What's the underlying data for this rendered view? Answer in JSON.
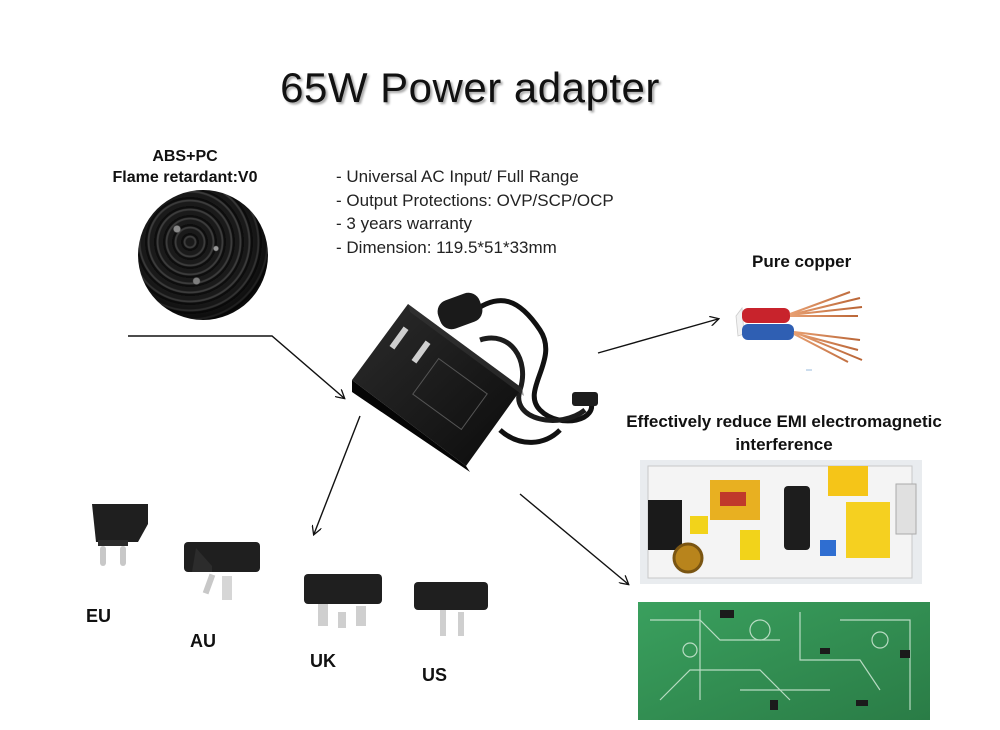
{
  "title": "65W Power adapter",
  "material": {
    "line1": "ABS+PC",
    "line2": "Flame retardant:V0"
  },
  "specs": [
    "Universal AC Input/ Full Range",
    "Output Protections: OVP/SCP/OCP",
    "3 years warranty",
    "Dimension: 119.5*51*33mm"
  ],
  "copper_label": "Pure copper",
  "emi_label": {
    "line1": "Effectively reduce EMI electromagnetic",
    "line2": "interference"
  },
  "plugs": {
    "eu": "EU",
    "au": "AU",
    "uk": "UK",
    "us": "US"
  },
  "colors": {
    "adapter": "#161616",
    "wire_red": "#c8232c",
    "wire_blue": "#2f5fb3",
    "copper": "#d9875a",
    "pcb_green": "#2f8a4f"
  }
}
